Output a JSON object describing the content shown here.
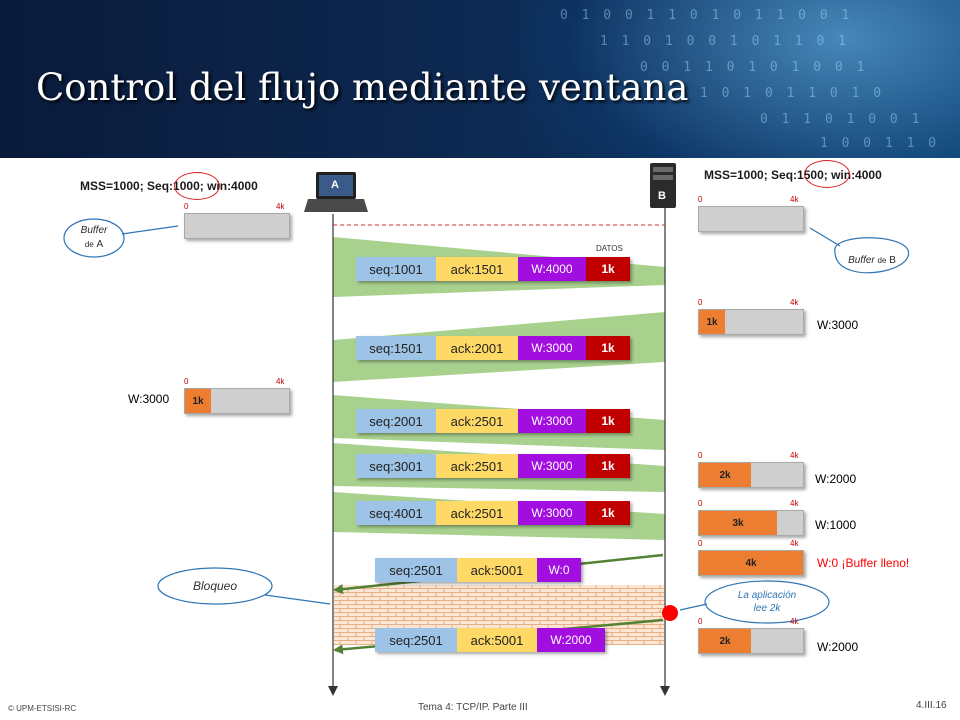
{
  "header": {
    "title": "Control del flujo mediante ventana"
  },
  "hosts": {
    "a": "A",
    "b": "B"
  },
  "mss_a": "MSS=1000; Seq:1000; win:4000",
  "mss_b": "MSS=1000; Seq:1500; win:4000",
  "datos_label": "DATOS",
  "callouts": {
    "buffer_a": {
      "line1": "Buffer",
      "line2a": "de",
      "line2b": "A"
    },
    "buffer_b": {
      "a": "Buffer",
      "b": "de",
      "c": "B"
    },
    "bloqueo": "Bloqueo",
    "app": {
      "line1": "La aplicación",
      "line2": "lee 2k"
    }
  },
  "tick_start": "0",
  "tick_end": "4k",
  "buffers_a": [
    {
      "fill": 0,
      "label": ""
    },
    {
      "fill": 0.25,
      "label": "1k",
      "side": "W:3000"
    }
  ],
  "buffers_b": [
    {
      "fill": 0,
      "label": ""
    },
    {
      "fill": 0.25,
      "label": "1k",
      "side": "W:3000"
    },
    {
      "fill": 0.5,
      "label": "2k",
      "side": "W:2000"
    },
    {
      "fill": 0.75,
      "label": "3k",
      "side": "W:1000"
    },
    {
      "fill": 1,
      "label": "4k",
      "side": "W:0 ¡Buffer lleno!"
    },
    {
      "fill": 0.5,
      "label": "2k",
      "side": "W:2000"
    }
  ],
  "packets": [
    {
      "seq": "seq:1001",
      "ack": "ack:1501",
      "win": "W:4000",
      "data": "1k"
    },
    {
      "seq": "seq:1501",
      "ack": "ack:2001",
      "win": "W:3000",
      "data": "1k"
    },
    {
      "seq": "seq:2001",
      "ack": "ack:2501",
      "win": "W:3000",
      "data": "1k"
    },
    {
      "seq": "seq:3001",
      "ack": "ack:2501",
      "win": "W:3000",
      "data": "1k"
    },
    {
      "seq": "seq:4001",
      "ack": "ack:2501",
      "win": "W:3000",
      "data": "1k"
    },
    {
      "seq": "seq:2501",
      "ack": "ack:5001",
      "win": "W:0"
    },
    {
      "seq": "seq:2501",
      "ack": "ack:5001",
      "win": "W:2000"
    }
  ],
  "footer": {
    "left": "© UPM-ETSISI-RC",
    "center": "Tema 4: TCP/IP. Parte III",
    "right": "4.III.16"
  },
  "colors": {
    "seq": "#9dc3e6",
    "ack": "#ffd966",
    "win": "#a30ee0",
    "data": "#c00000",
    "buffer_fill": "#ed7d31",
    "band": "#a9d18e",
    "arrow": "#548235",
    "warning": "#ff0000"
  }
}
